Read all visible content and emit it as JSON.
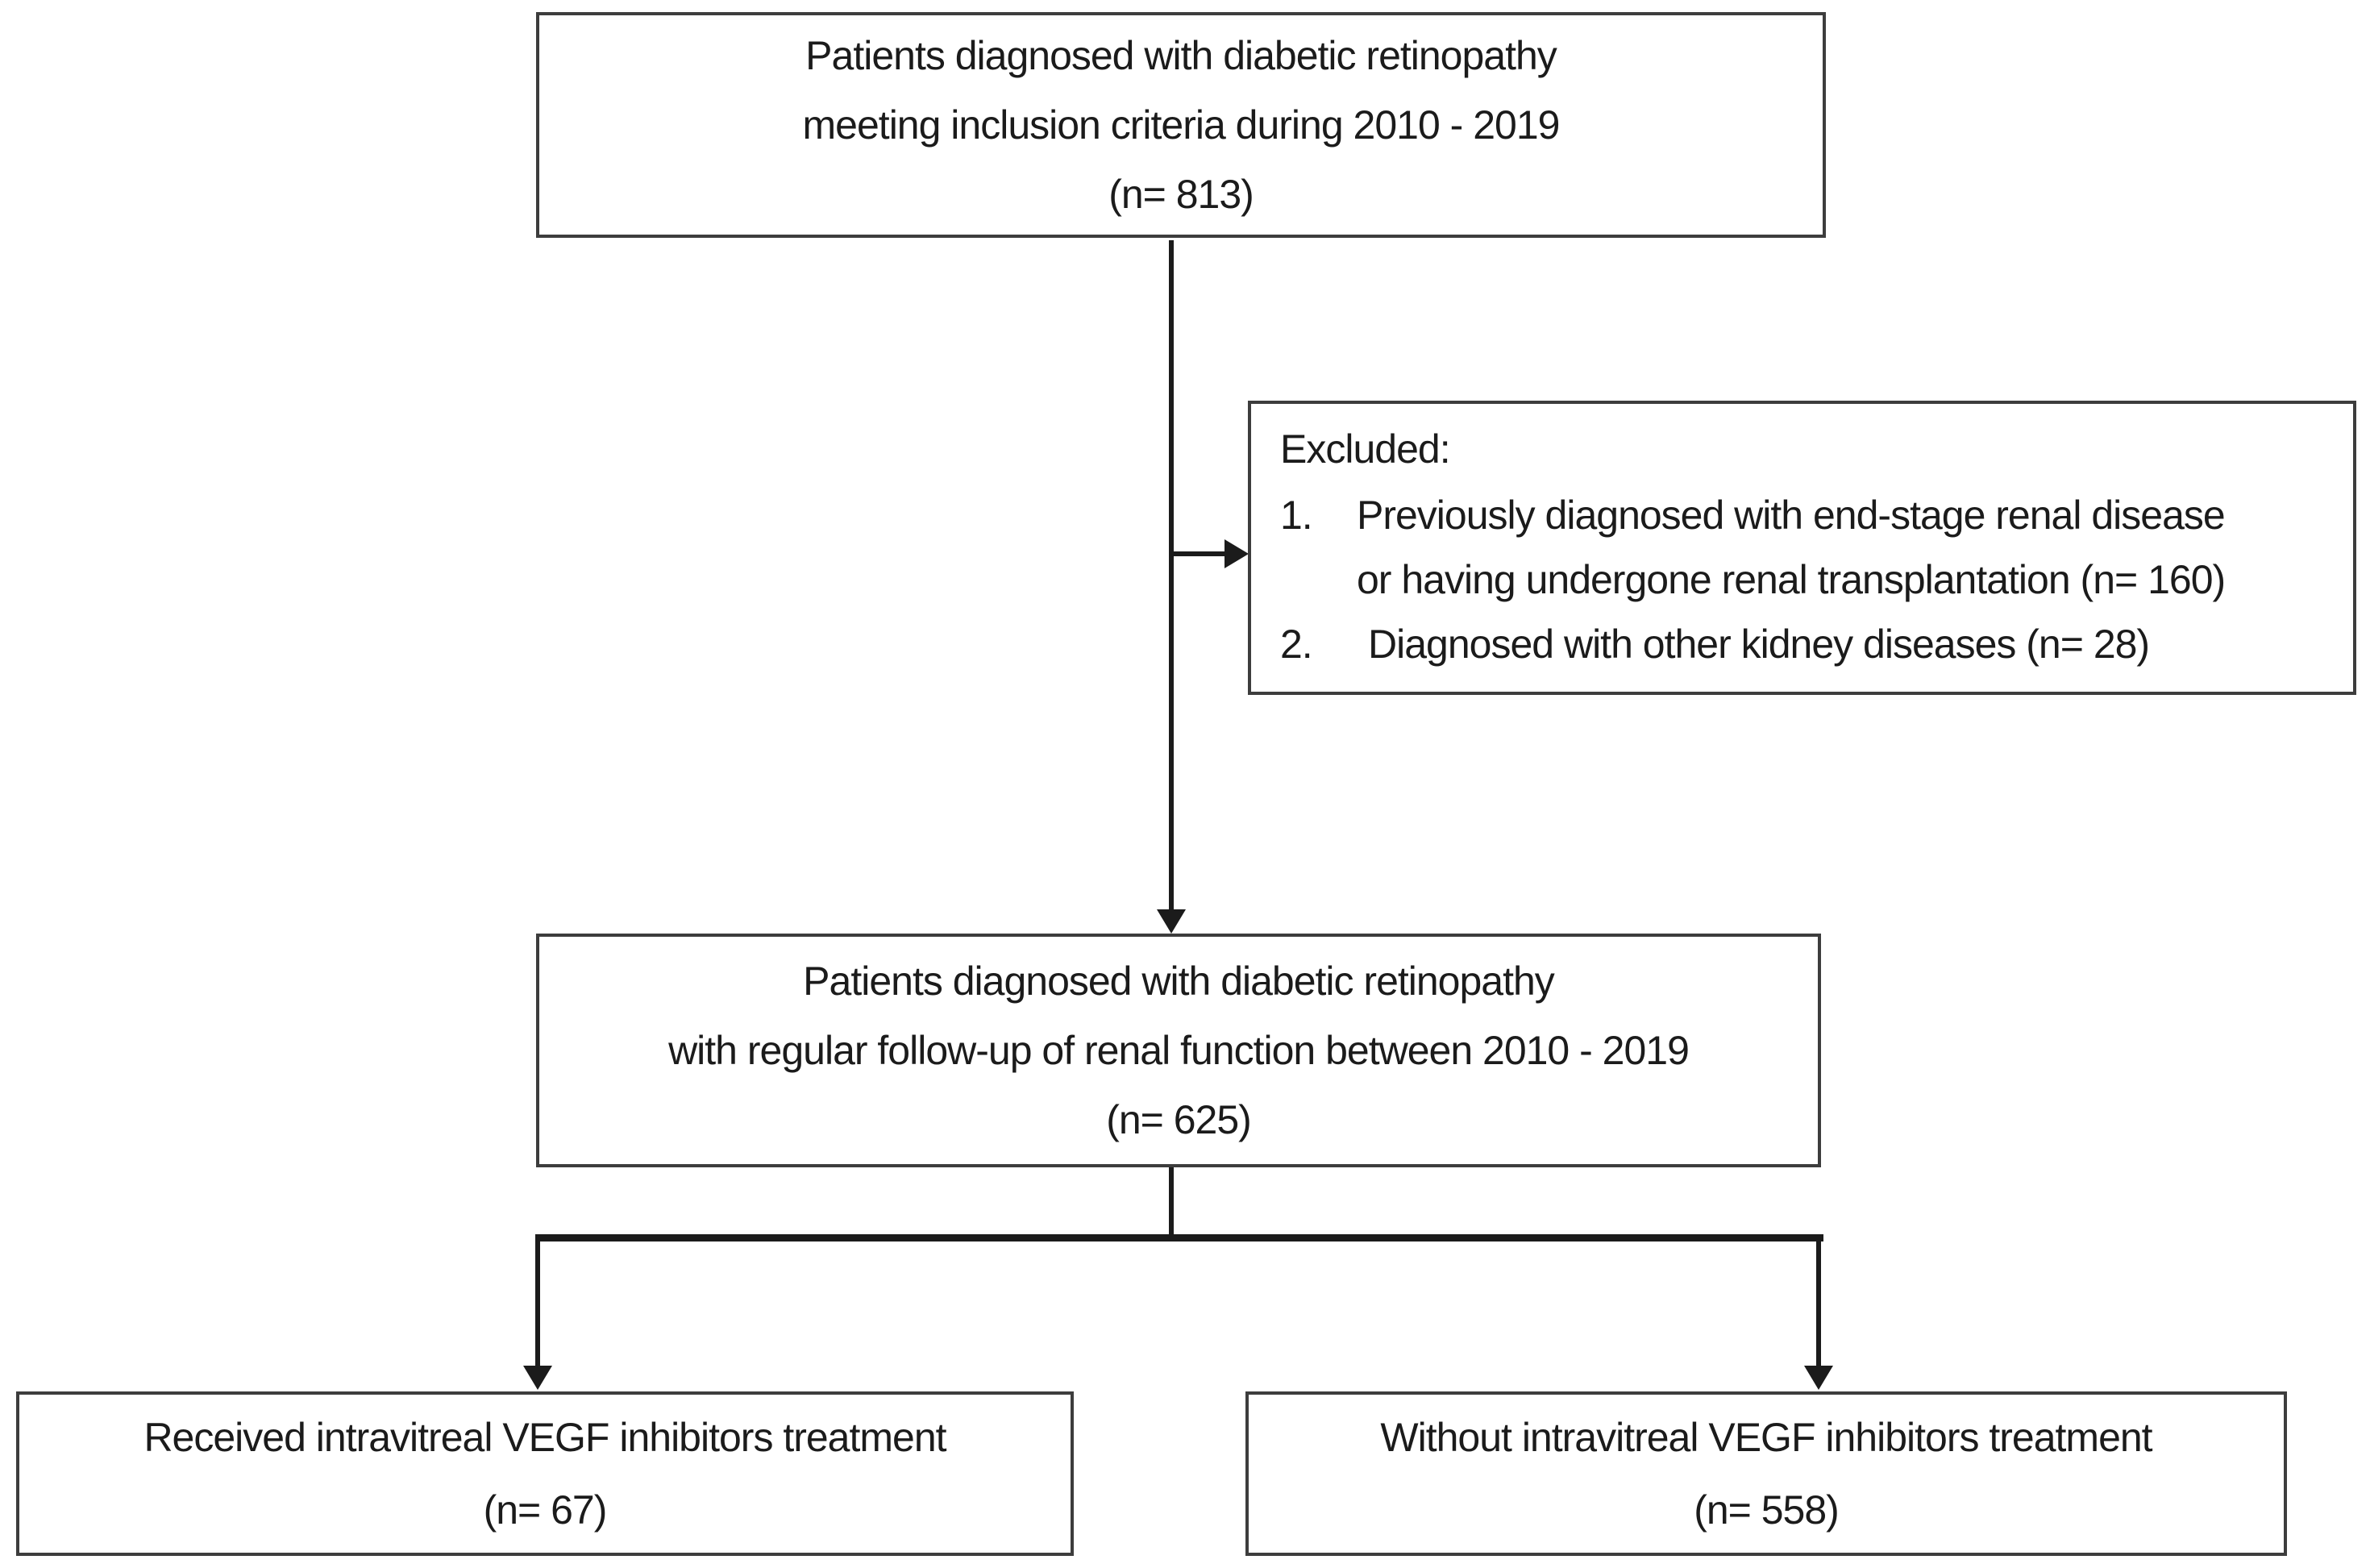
{
  "colors": {
    "background": "#ffffff",
    "box_border": "#3d3d3d",
    "line": "#1b1b1b",
    "text": "#1b1b1b"
  },
  "flowchart": {
    "top_box": {
      "lines": [
        "Patients diagnosed with diabetic retinopathy",
        "meeting inclusion criteria during 2010 - 2019",
        "(n= 813)"
      ]
    },
    "excluded_box": {
      "title": "Excluded:",
      "items": [
        {
          "number": "1.",
          "lines": [
            "Previously diagnosed with end-stage renal disease",
            "or having undergone renal transplantation (n= 160)"
          ]
        },
        {
          "number": "2.",
          "lines": [
            "Diagnosed with other kidney diseases (n= 28)"
          ]
        }
      ]
    },
    "middle_box": {
      "lines": [
        "Patients diagnosed with diabetic retinopathy",
        "with regular follow-up of renal function between 2010 - 2019",
        "(n= 625)"
      ]
    },
    "bottom_left_box": {
      "lines": [
        "Received intravitreal VEGF inhibitors treatment",
        "(n= 67)"
      ]
    },
    "bottom_right_box": {
      "lines": [
        "Without intravitreal VEGF inhibitors treatment",
        "(n= 558)"
      ]
    }
  }
}
